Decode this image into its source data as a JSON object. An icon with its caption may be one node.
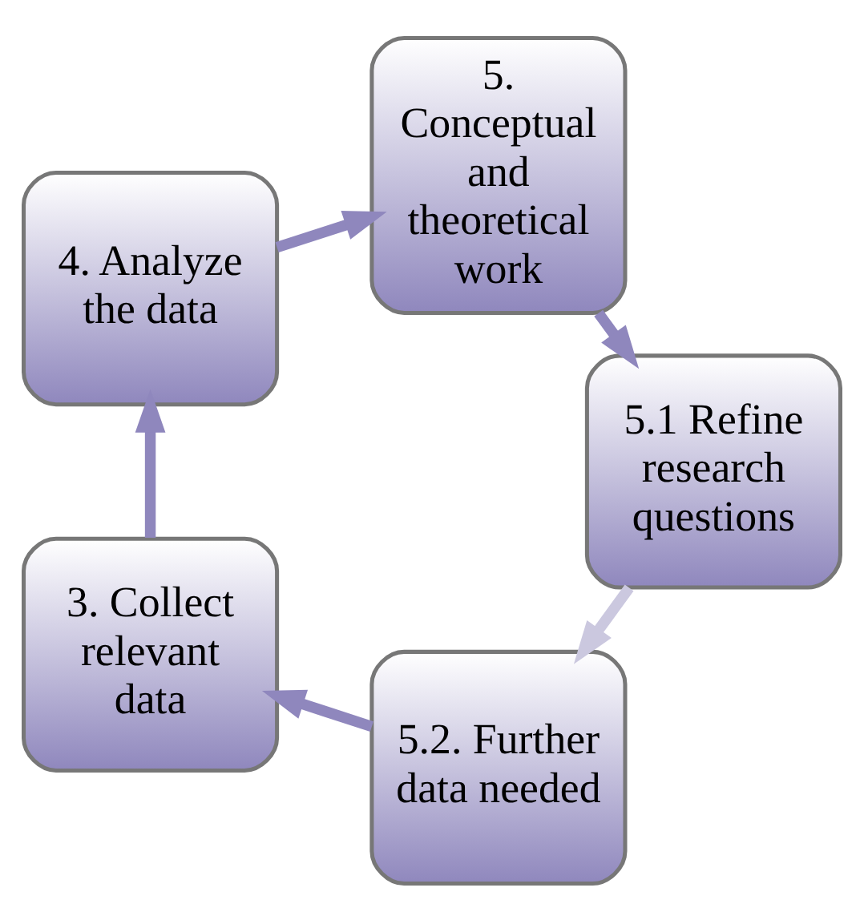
{
  "diagram": {
    "nodes": [
      {
        "text": [
          "3. Collect relevant data"
        ]
      },
      {
        "text": [
          "4. Analyze the data"
        ]
      },
      {
        "text": [
          "5. Conceptual and theoretical work"
        ]
      },
      {
        "text": [
          "5.1 Refine research questions"
        ]
      },
      {
        "text": [
          "5.2. Further data needed"
        ]
      }
    ],
    "edges": [
      {
        "from": 0,
        "to": 1,
        "arrow": "to"
      },
      {
        "from": 1,
        "to": 2,
        "arrow": "to"
      },
      {
        "from": 2,
        "to": 3,
        "arrow": "to"
      },
      {
        "from": 3,
        "to": 4,
        "arrow": "to",
        "color": "#cbc8df"
      },
      {
        "from": 4,
        "to": 0,
        "arrow": "to"
      }
    ]
  }
}
